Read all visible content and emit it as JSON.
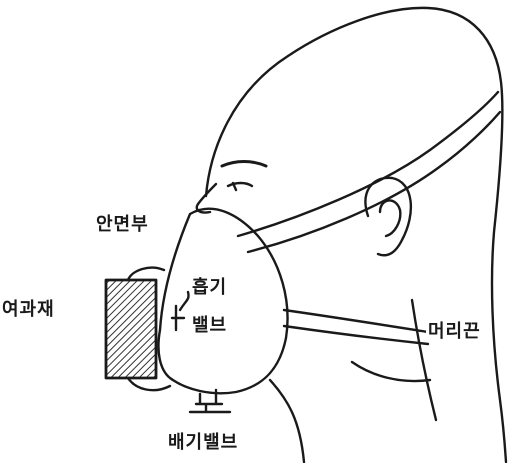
{
  "labels": {
    "face_piece": "안면부",
    "filter": "여과재",
    "inhale_valve_line1": "흡기",
    "inhale_valve_line2": "밸브",
    "head_strap": "머리끈",
    "exhale_valve": "배기밸브"
  },
  "colors": {
    "line": "#1a1a1a",
    "hatch": "#333333",
    "background": "#ffffff"
  }
}
